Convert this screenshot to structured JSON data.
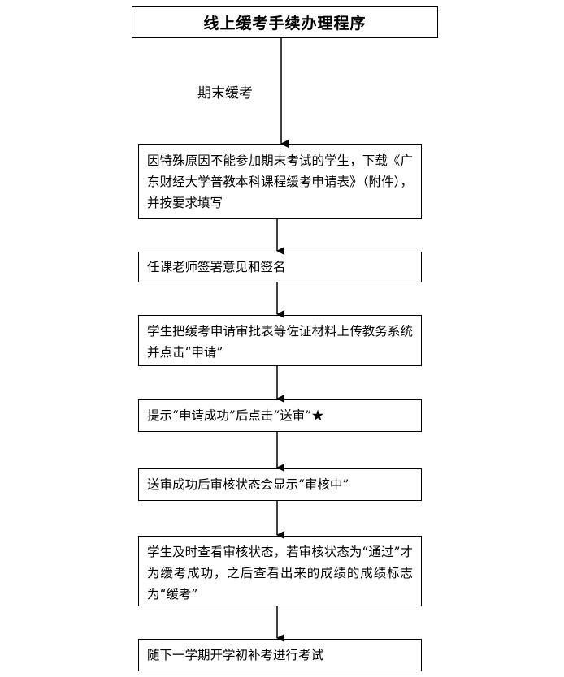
{
  "title": "线上缓考手续办理程序",
  "edge_label": "期末缓考",
  "steps": [
    {
      "text": "因特殊原因不能参加期末考试的学生，下载《广东财经大学普教本科课程缓考申请表》（附件），并按要求填写"
    },
    {
      "text": "任课老师签署意见和签名"
    },
    {
      "text": "学生把缓考申请审批表等佐证材料上传教务系统并点击“申请”"
    },
    {
      "text": "提示“申请成功”后点击“送审”★"
    },
    {
      "text": "送审成功后审核状态会显示“审核中”"
    },
    {
      "text": "学生及时查看审核状态，若审核状态为“通过”才为缓考成功，之后查看出来的成绩的成绩标志为“缓考”"
    },
    {
      "text": "随下一学期开学初补考进行考试"
    }
  ]
}
